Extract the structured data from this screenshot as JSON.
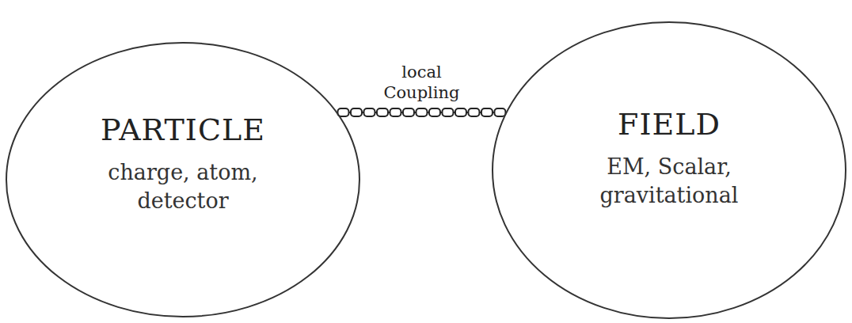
{
  "diagram": {
    "nodes": [
      {
        "text": [
          "PARTICLE",
          "charge, atom, detector"
        ]
      },
      {
        "text": [
          "FIELD",
          "EM, Scalar, gravitational"
        ]
      }
    ],
    "edges": [
      {
        "from": 0,
        "to": 1,
        "arrow": "none",
        "label": "local Coupling"
      }
    ]
  }
}
